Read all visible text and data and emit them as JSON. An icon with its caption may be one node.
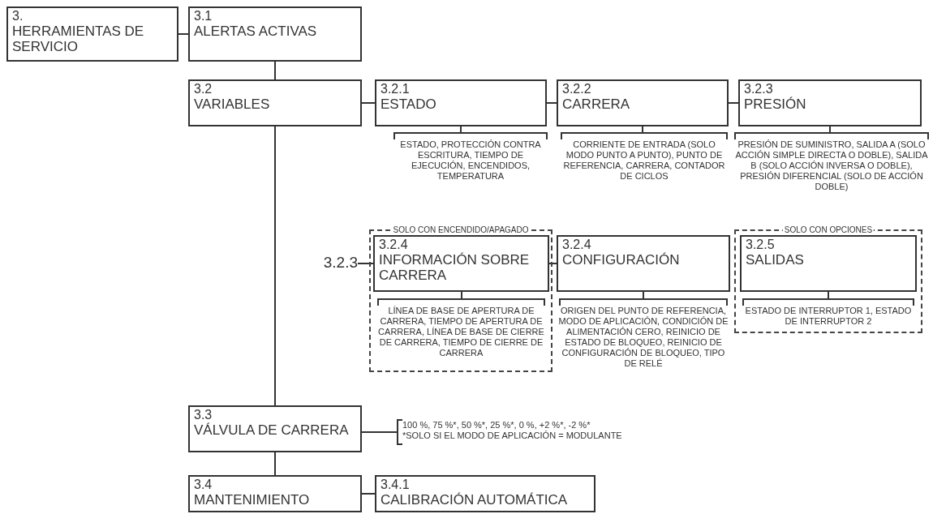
{
  "diagram": {
    "nodes": [
      {
        "text": [
          "3.",
          "HERRAMIENTAS DE SERVICIO"
        ]
      },
      {
        "text": [
          "3.1",
          "ALERTAS ACTIVAS"
        ]
      },
      {
        "text": [
          "3.2",
          "VARIABLES"
        ]
      },
      {
        "text": [
          "3.2.1",
          "ESTADO"
        ]
      },
      {
        "text": [
          "3.2.2",
          "CARRERA"
        ]
      },
      {
        "text": [
          "3.2.3",
          "PRESIÓN"
        ]
      },
      {
        "text": [
          "ESTADO, PROTECCIÓN CONTRA ESCRITURA, TIEMPO DE EJECUCIÓN, ENCENDIDOS, TEMPERATURA"
        ]
      },
      {
        "text": [
          "CORRIENTE DE ENTRADA (SOLO MODO PUNTO A PUNTO), PUNTO DE REFERENCIA, CARRERA, CONTADOR DE CICLOS"
        ]
      },
      {
        "text": [
          "PRESIÓN DE SUMINISTRO, SALIDA A (SOLO ACCIÓN SIMPLE DIRECTA O DOBLE), SALIDA B (SOLO ACCIÓN INVERSA O DOBLE), PRESIÓN DIFERENCIAL (SOLO DE ACCIÓN DOBLE)"
        ]
      },
      {
        "text": [
          "SOLO CON ENCENDIDO/APAGADO"
        ]
      },
      {
        "text": [
          "3.2.3"
        ]
      },
      {
        "text": [
          "3.2.4",
          "INFORMACIÓN SOBRE CARRERA"
        ],
        "in": 9
      },
      {
        "text": [
          "LÍNEA DE BASE DE APERTURA DE CARRERA, TIEMPO DE APERTURA DE CARRERA, LÍNEA DE BASE DE CIERRE DE CARRERA, TIEMPO DE CIERRE DE CARRERA"
        ],
        "in": 9
      },
      {
        "text": [
          "3.2.4",
          "CONFIGURACIÓN"
        ]
      },
      {
        "text": [
          "ORIGEN DEL PUNTO DE REFERENCIA, MODO DE APLICACIÓN, CONDICIÓN DE ALIMENTACIÓN CERO, REINICIO DE ESTADO DE BLOQUEO, REINICIO DE CONFIGURACIÓN DE BLOQUEO, TIPO DE RELÉ"
        ]
      },
      {
        "text": [
          "SOLO CON OPCIONES"
        ]
      },
      {
        "text": [
          "3.2.5",
          "SALIDAS"
        ],
        "in": 15
      },
      {
        "text": [
          "ESTADO DE INTERRUPTOR 1, ESTADO DE INTERRUPTOR 2"
        ],
        "in": 15
      },
      {
        "text": [
          "3.3",
          "VÁLVULA DE CARRERA"
        ]
      },
      {
        "text": [
          "100 %, 75 %*, 50 %*, 25 %*, 0 %, +2 %*, -2 %*",
          "*SOLO SI EL MODO DE APLICACIÓN = MODULANTE"
        ]
      },
      {
        "text": [
          "3.4",
          "MANTENIMIENTO"
        ]
      },
      {
        "text": [
          "3.4.1",
          "CALIBRACIÓN AUTOMÁTICA"
        ]
      }
    ],
    "edges": [
      {
        "from": 0,
        "to": 1,
        "arrow": "none"
      },
      {
        "from": 1,
        "to": 2,
        "arrow": "none"
      },
      {
        "from": 2,
        "to": 3,
        "arrow": "none"
      },
      {
        "from": 3,
        "to": 4,
        "arrow": "none"
      },
      {
        "from": 4,
        "to": 5,
        "arrow": "none"
      },
      {
        "from": 3,
        "to": 6,
        "arrow": "none"
      },
      {
        "from": 4,
        "to": 7,
        "arrow": "none"
      },
      {
        "from": 5,
        "to": 8,
        "arrow": "none"
      },
      {
        "from": 10,
        "to": 11,
        "arrow": "none"
      },
      {
        "from": 11,
        "to": 13,
        "arrow": "none"
      },
      {
        "from": 11,
        "to": 12,
        "arrow": "none"
      },
      {
        "from": 13,
        "to": 14,
        "arrow": "none"
      },
      {
        "from": 16,
        "to": 17,
        "arrow": "none"
      },
      {
        "from": 2,
        "to": 18,
        "arrow": "none"
      },
      {
        "from": 18,
        "to": 19,
        "arrow": "none"
      },
      {
        "from": 18,
        "to": 20,
        "arrow": "none"
      },
      {
        "from": 20,
        "to": 21,
        "arrow": "none"
      }
    ]
  }
}
